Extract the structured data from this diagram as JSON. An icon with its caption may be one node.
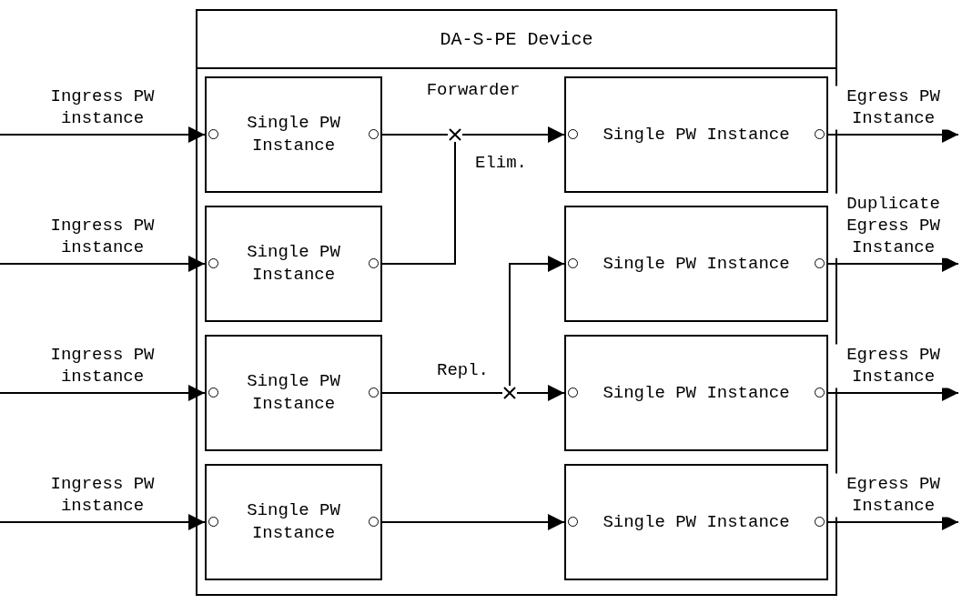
{
  "diagram": {
    "nodes": [
      {
        "text": [
          "DA-S-PE Device"
        ]
      },
      {
        "text": [
          "Single PW Instance"
        ],
        "in": 0
      },
      {
        "text": [],
        "shape": "cross",
        "beside": [
          "Elim."
        ],
        "in": 0
      },
      {
        "text": [
          "Single PW Instance"
        ],
        "in": 0
      },
      {
        "text": [
          "Single PW Instance"
        ],
        "in": 0
      },
      {
        "text": [
          "Single PW Instance"
        ],
        "in": 0
      },
      {
        "text": [
          "Single PW Instance"
        ],
        "in": 0
      },
      {
        "text": [],
        "shape": "cross",
        "beside": [
          "Repl."
        ],
        "in": 0
      },
      {
        "text": [
          "Single PW Instance"
        ],
        "in": 0
      },
      {
        "text": [
          "Single PW Instance"
        ],
        "in": 0
      },
      {
        "text": [
          "Single PW Instance"
        ],
        "in": 0
      }
    ],
    "edges": [
      {
        "from": null,
        "to": 1,
        "arrow": "to",
        "label": "Ingress PW instance"
      },
      {
        "from": 1,
        "to": 2,
        "arrow": "none"
      },
      {
        "from": 2,
        "to": 3,
        "arrow": "to"
      },
      {
        "from": 3,
        "to": null,
        "arrow": "to",
        "label": "Egress PW Instance"
      },
      {
        "from": null,
        "to": 4,
        "arrow": "to",
        "label": "Ingress PW instance"
      },
      {
        "from": 4,
        "to": 2,
        "arrow": "none"
      },
      {
        "from": 7,
        "to": 5,
        "arrow": "to"
      },
      {
        "from": 5,
        "to": null,
        "arrow": "to",
        "label": "Duplicate Egress PW Instance"
      },
      {
        "from": null,
        "to": 6,
        "arrow": "to",
        "label": "Ingress PW instance"
      },
      {
        "from": 6,
        "to": 7,
        "arrow": "none"
      },
      {
        "from": 7,
        "to": 8,
        "arrow": "to"
      },
      {
        "from": 8,
        "to": null,
        "arrow": "to",
        "label": "Egress PW Instance"
      },
      {
        "from": null,
        "to": 9,
        "arrow": "to",
        "label": "Ingress PW instance"
      },
      {
        "from": 9,
        "to": 10,
        "arrow": "to"
      },
      {
        "from": 10,
        "to": null,
        "arrow": "to",
        "label": "Egress PW Instance"
      }
    ],
    "labels": [
      "Forwarder"
    ]
  }
}
